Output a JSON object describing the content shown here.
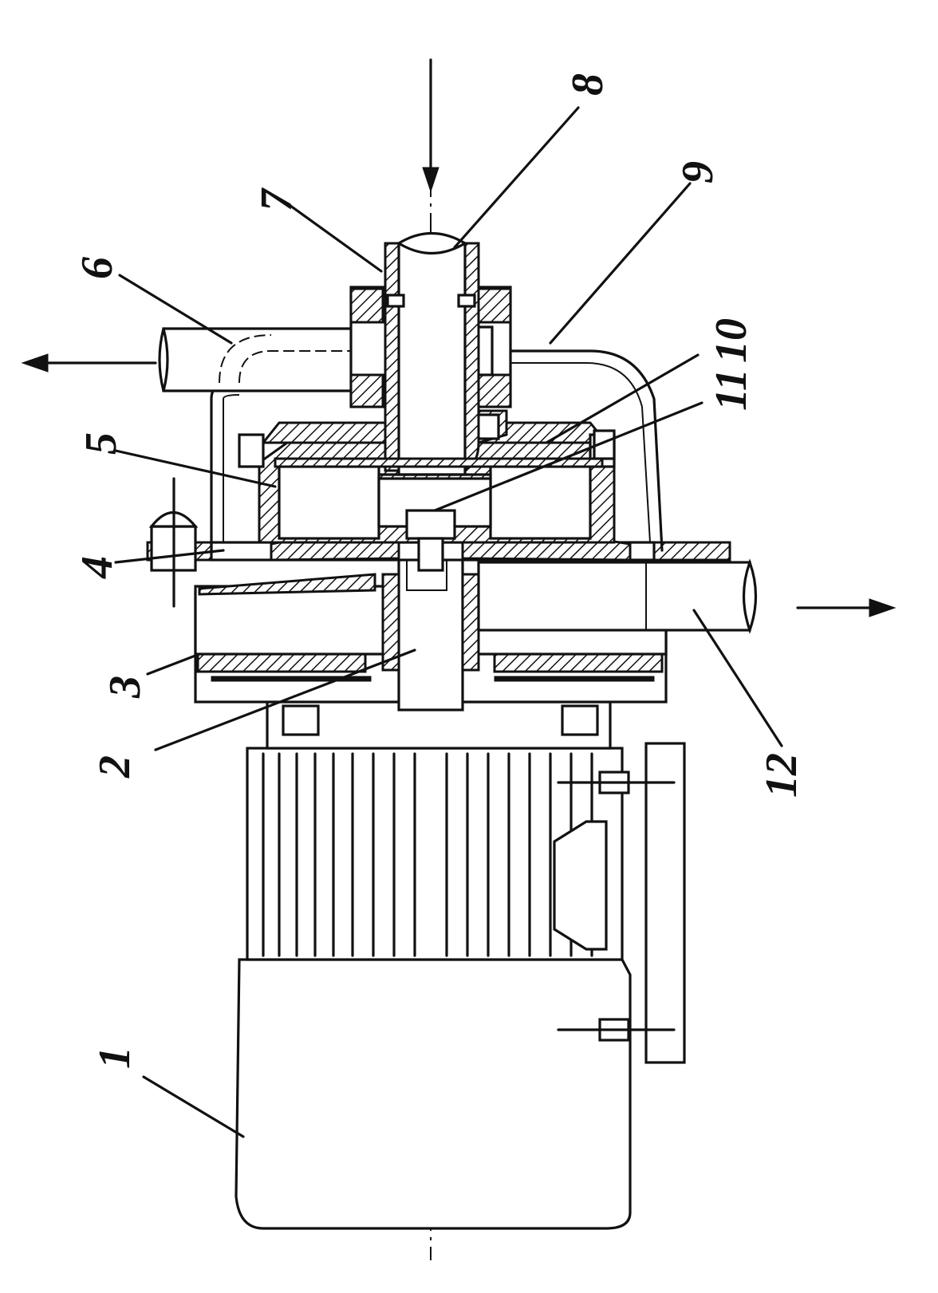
{
  "callouts": {
    "c1": "1",
    "c2": "2",
    "c3": "3",
    "c4": "4",
    "c5": "5",
    "c6": "6",
    "c7": "7",
    "c8": "8",
    "c9": "9",
    "c10": "10",
    "c11": "11",
    "c12": "12"
  },
  "ink_color": "#111111",
  "paper_color": "#ffffff"
}
